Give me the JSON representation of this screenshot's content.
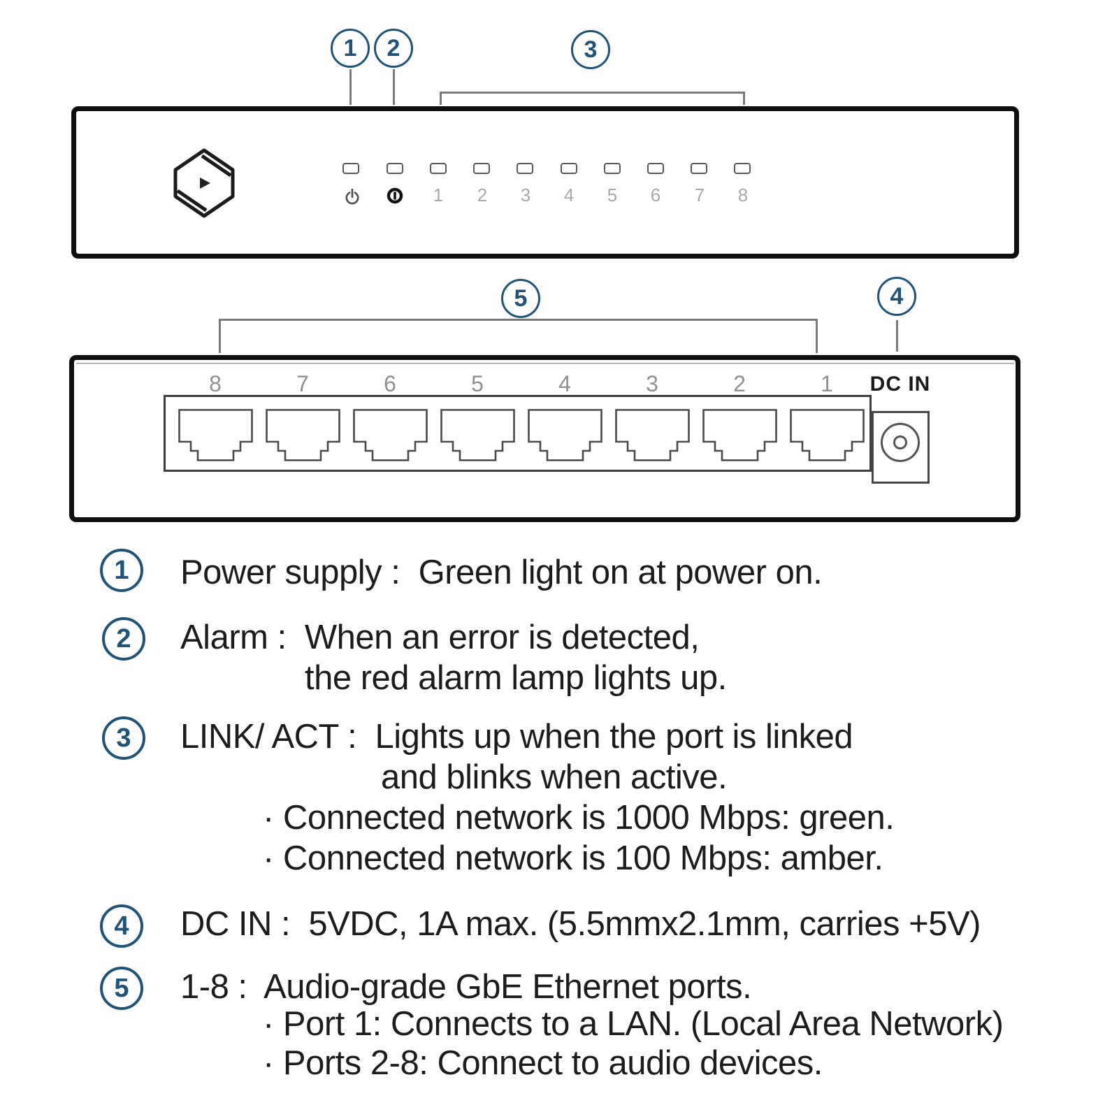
{
  "colors": {
    "accent_blue": "#1f5377",
    "leader_gray": "#7a7a7a",
    "panel_black": "#0f0f0f",
    "label_gray": "#8f8f8f"
  },
  "icons": {
    "brand_logo": "hexagon-play-logo",
    "power_led_label": "power-icon",
    "alarm_led_label": "alarm-icon",
    "dc_jack": "barrel-jack-icon"
  },
  "callouts": {
    "c1": "1",
    "c2": "2",
    "c3": "3",
    "c4": "4",
    "c5": "5"
  },
  "front_panel": {
    "led_labels": [
      "1",
      "2",
      "3",
      "4",
      "5",
      "6",
      "7",
      "8"
    ]
  },
  "rear_panel": {
    "port_labels": [
      "8",
      "7",
      "6",
      "5",
      "4",
      "3",
      "2",
      "1"
    ],
    "dc_in_label": "DC IN"
  },
  "legend": {
    "items": [
      {
        "num": "1",
        "lines": [
          "Power supply :  Green light on at power on."
        ]
      },
      {
        "num": "2",
        "lines": [
          "Alarm :  When an error is detected,",
          "the red alarm lamp lights up."
        ]
      },
      {
        "num": "3",
        "lines": [
          "LINK/ ACT :  Lights up when the port is linked",
          "and blinks when active.",
          "· Connected network is 1000 Mbps: green.",
          "· Connected network is 100 Mbps: amber."
        ]
      },
      {
        "num": "4",
        "lines": [
          "DC IN :  5VDC, 1A max. (5.5mmx2.1mm, carries +5V)"
        ]
      },
      {
        "num": "5",
        "lines": [
          "1-8 :  Audio-grade GbE Ethernet ports.",
          "· Port 1: Connects to a LAN. (Local Area Network)",
          "· Ports 2-8: Connect to audio devices."
        ]
      }
    ]
  }
}
